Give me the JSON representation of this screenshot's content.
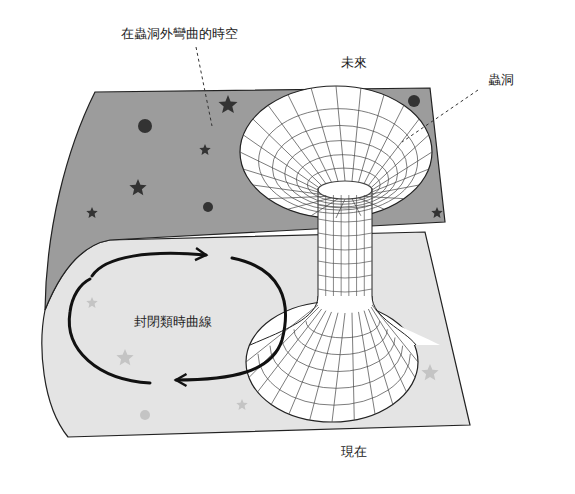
{
  "diagram": {
    "labels": [
      "在蟲洞外彎曲的時空",
      "未來",
      "蟲洞",
      "封閉類時曲線",
      "現在"
    ]
  }
}
